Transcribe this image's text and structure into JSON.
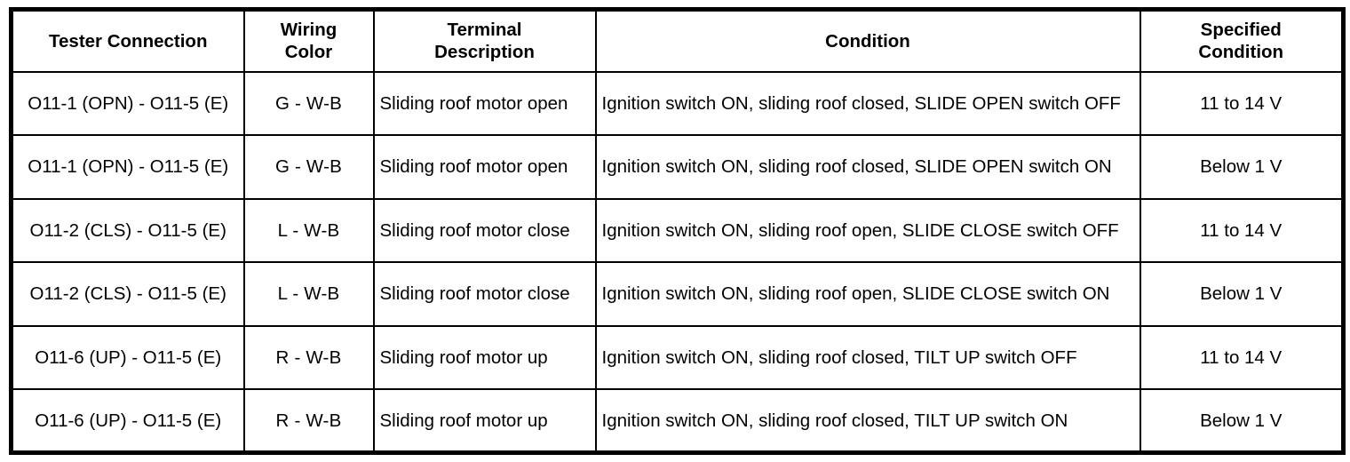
{
  "table": {
    "columns": [
      {
        "key": "tester_connection",
        "label": "Tester Connection",
        "align": "center"
      },
      {
        "key": "wiring_color",
        "label": "Wiring\nColor",
        "label_line1": "Wiring",
        "label_line2": "Color",
        "align": "center"
      },
      {
        "key": "terminal_description",
        "label": "Terminal\nDescription",
        "label_line1": "Terminal",
        "label_line2": "Description",
        "align": "left"
      },
      {
        "key": "condition",
        "label": "Condition",
        "align": "left"
      },
      {
        "key": "specified_condition",
        "label": "Specified\nCondition",
        "label_line1": "Specified",
        "label_line2": "Condition",
        "align": "center"
      }
    ],
    "rows": [
      {
        "tester_connection": "O11-1 (OPN) - O11-5 (E)",
        "tester_connection_line1": "O11-1 (OPN) - O11-5",
        "tester_connection_line2": "(E)",
        "wiring_color": "G - W-B",
        "terminal_description": "Sliding roof motor open",
        "condition": "Ignition switch ON, sliding roof closed, SLIDE OPEN switch OFF",
        "specified_condition": "11 to 14 V"
      },
      {
        "tester_connection": "O11-1 (OPN) - O11-5 (E)",
        "tester_connection_line1": "O11-1 (OPN) - O11-5",
        "tester_connection_line2": "(E)",
        "wiring_color": "G - W-B",
        "terminal_description": "Sliding roof motor open",
        "condition": "Ignition switch ON, sliding roof closed, SLIDE OPEN switch ON",
        "specified_condition": "Below 1 V"
      },
      {
        "tester_connection": "O11-2 (CLS) - O11-5 (E)",
        "tester_connection_line1": "O11-2 (CLS) - O11-5",
        "tester_connection_line2": "(E)",
        "wiring_color": "L - W-B",
        "terminal_description": "Sliding roof motor close",
        "condition": "Ignition switch ON, sliding roof open, SLIDE CLOSE switch OFF",
        "specified_condition": "11 to 14 V"
      },
      {
        "tester_connection": "O11-2 (CLS) - O11-5 (E)",
        "tester_connection_line1": "O11-2 (CLS) - O11-5",
        "tester_connection_line2": "(E)",
        "wiring_color": "L - W-B",
        "terminal_description": "Sliding roof motor close",
        "condition": "Ignition switch ON, sliding roof open, SLIDE CLOSE switch ON",
        "specified_condition": "Below 1 V"
      },
      {
        "tester_connection": "O11-6 (UP) - O11-5 (E)",
        "tester_connection_line1": "O11-6 (UP) - O11-5",
        "tester_connection_line2": "(E)",
        "wiring_color": "R - W-B",
        "terminal_description": "Sliding roof motor up",
        "condition": "Ignition switch ON, sliding roof closed, TILT UP switch OFF",
        "specified_condition": "11 to 14 V"
      },
      {
        "tester_connection": "O11-6 (UP) - O11-5 (E)",
        "tester_connection_line1": "O11-6 (UP) - O11-5",
        "tester_connection_line2": "(E)",
        "wiring_color": "R - W-B",
        "terminal_description": "Sliding roof motor up",
        "condition": "Ignition switch ON, sliding roof closed, TILT UP switch ON",
        "specified_condition": "Below 1 V"
      }
    ]
  },
  "colors": {
    "border": "#000000",
    "text": "#000000",
    "background": "#ffffff"
  }
}
